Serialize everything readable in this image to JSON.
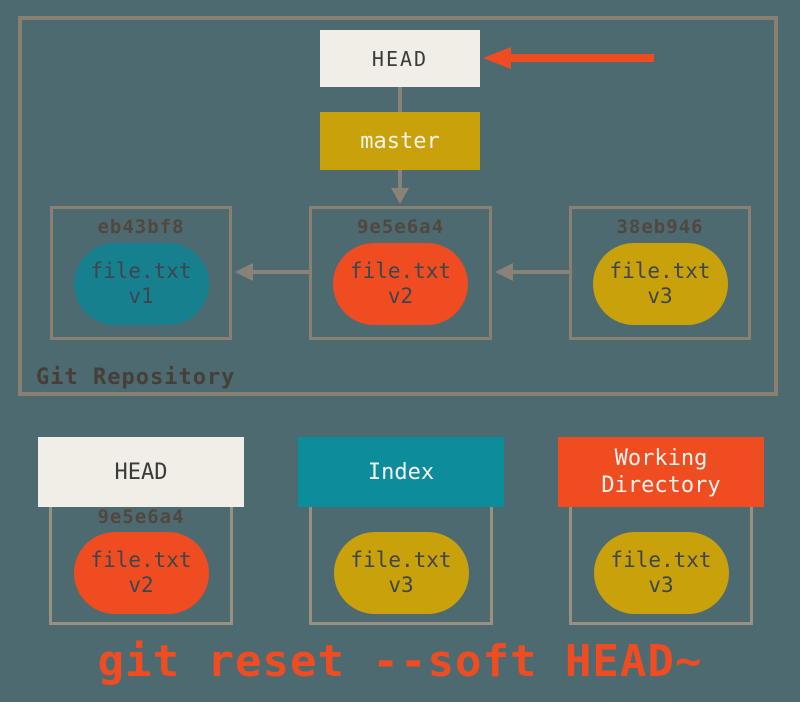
{
  "colors": {
    "background": "#4D6A71",
    "box_border": "#8A8072",
    "file_box_border": "#9A9082",
    "cream": "#F0EEE6",
    "gold": "#C9A20B",
    "red_orange": "#F04C22",
    "teal_header": "#0D8C9B",
    "teal_oval": "#16808E",
    "arrow_gray": "#8A8178",
    "caption_color": "#F04C22"
  },
  "repository": {
    "label": "Git Repository",
    "head": "HEAD",
    "branch": "master",
    "commits": [
      {
        "hash": "eb43bf8",
        "file": "file.txt",
        "version": "v1"
      },
      {
        "hash": "9e5e6a4",
        "file": "file.txt",
        "version": "v2"
      },
      {
        "hash": "38eb946",
        "file": "file.txt",
        "version": "v3"
      }
    ]
  },
  "areas": [
    {
      "title": "HEAD",
      "hash": "9e5e6a4",
      "file": "file.txt",
      "version": "v2"
    },
    {
      "title": "Index",
      "file": "file.txt",
      "version": "v3"
    },
    {
      "title": "Working Directory",
      "file": "file.txt",
      "version": "v3"
    }
  ],
  "caption": "git reset --soft HEAD~"
}
